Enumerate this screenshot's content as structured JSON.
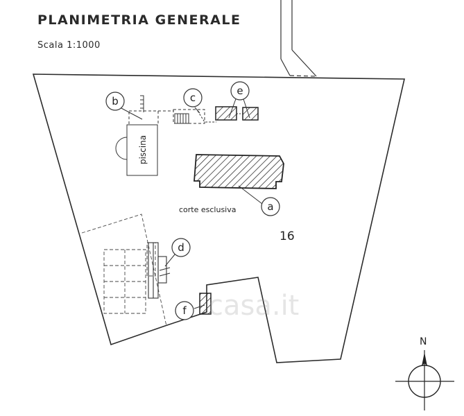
{
  "header": {
    "title": "PLANIMETRIA  GENERALE",
    "scale": "Scala  1:1000"
  },
  "plan": {
    "pool_label": "piscina",
    "court_label": "corte esclusiva",
    "lot_number": "16",
    "north_label": "N",
    "watermark": "casa.it",
    "callouts": {
      "a": "a",
      "b": "b",
      "c": "c",
      "d": "d",
      "e": "e",
      "f": "f"
    },
    "line_color": "#2b2b2b"
  }
}
